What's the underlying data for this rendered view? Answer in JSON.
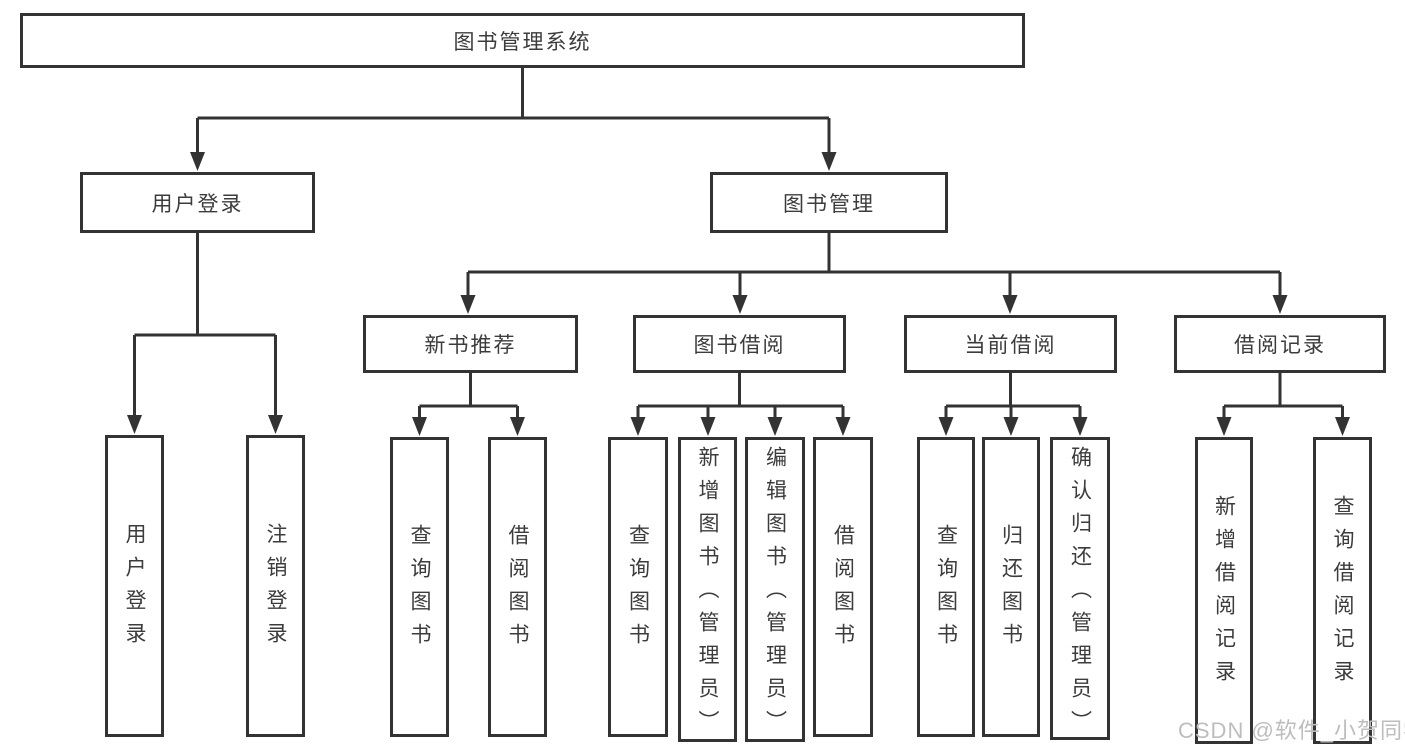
{
  "page": {
    "background": "#ffffff"
  },
  "colors": {
    "line": "#333333",
    "text": "#3c3c3c",
    "box_bg": "#ffffff",
    "watermark": "#bdbdbd"
  },
  "watermark": {
    "text": "CSDN @软件_小贺同学"
  },
  "tree": {
    "root": {
      "label": "图书管理系统"
    },
    "level2": [
      {
        "id": "user-login",
        "label": "用户登录",
        "parent": "图书管理系统"
      },
      {
        "id": "book-management",
        "label": "图书管理",
        "parent": "图书管理系统"
      }
    ],
    "level3": [
      {
        "id": "new-book-recommend",
        "label": "新书推荐",
        "parent": "图书管理"
      },
      {
        "id": "book-borrowing",
        "label": "图书借阅",
        "parent": "图书管理"
      },
      {
        "id": "current-borrowing",
        "label": "当前借阅",
        "parent": "图书管理"
      },
      {
        "id": "borrowing-records",
        "label": "借阅记录",
        "parent": "图书管理"
      }
    ],
    "leaves": [
      {
        "id": "user-login-action",
        "label": "用户登录",
        "parent": "用户登录"
      },
      {
        "id": "logout",
        "label": "注销登录",
        "parent": "用户登录"
      },
      {
        "id": "query-books-recommend",
        "label": "查询图书",
        "parent": "新书推荐"
      },
      {
        "id": "borrow-books-recommend",
        "label": "借阅图书",
        "parent": "新书推荐"
      },
      {
        "id": "query-books-borrowing",
        "label": "查询图书",
        "parent": "图书借阅"
      },
      {
        "id": "add-books-admin",
        "label": "新增图书（管理员）",
        "parent": "图书借阅"
      },
      {
        "id": "edit-books-admin",
        "label": "编辑图书（管理员）",
        "parent": "图书借阅"
      },
      {
        "id": "borrow-books-borrowing",
        "label": "借阅图书",
        "parent": "图书借阅"
      },
      {
        "id": "query-books-current",
        "label": "查询图书",
        "parent": "当前借阅"
      },
      {
        "id": "return-books",
        "label": "归还图书",
        "parent": "当前借阅"
      },
      {
        "id": "confirm-return-admin",
        "label": "确认归还（管理员）",
        "parent": "当前借阅"
      },
      {
        "id": "add-borrow-record",
        "label": "新增借阅记录",
        "parent": "借阅记录"
      },
      {
        "id": "query-borrow-record",
        "label": "查询借阅记录",
        "parent": "借阅记录"
      }
    ]
  }
}
